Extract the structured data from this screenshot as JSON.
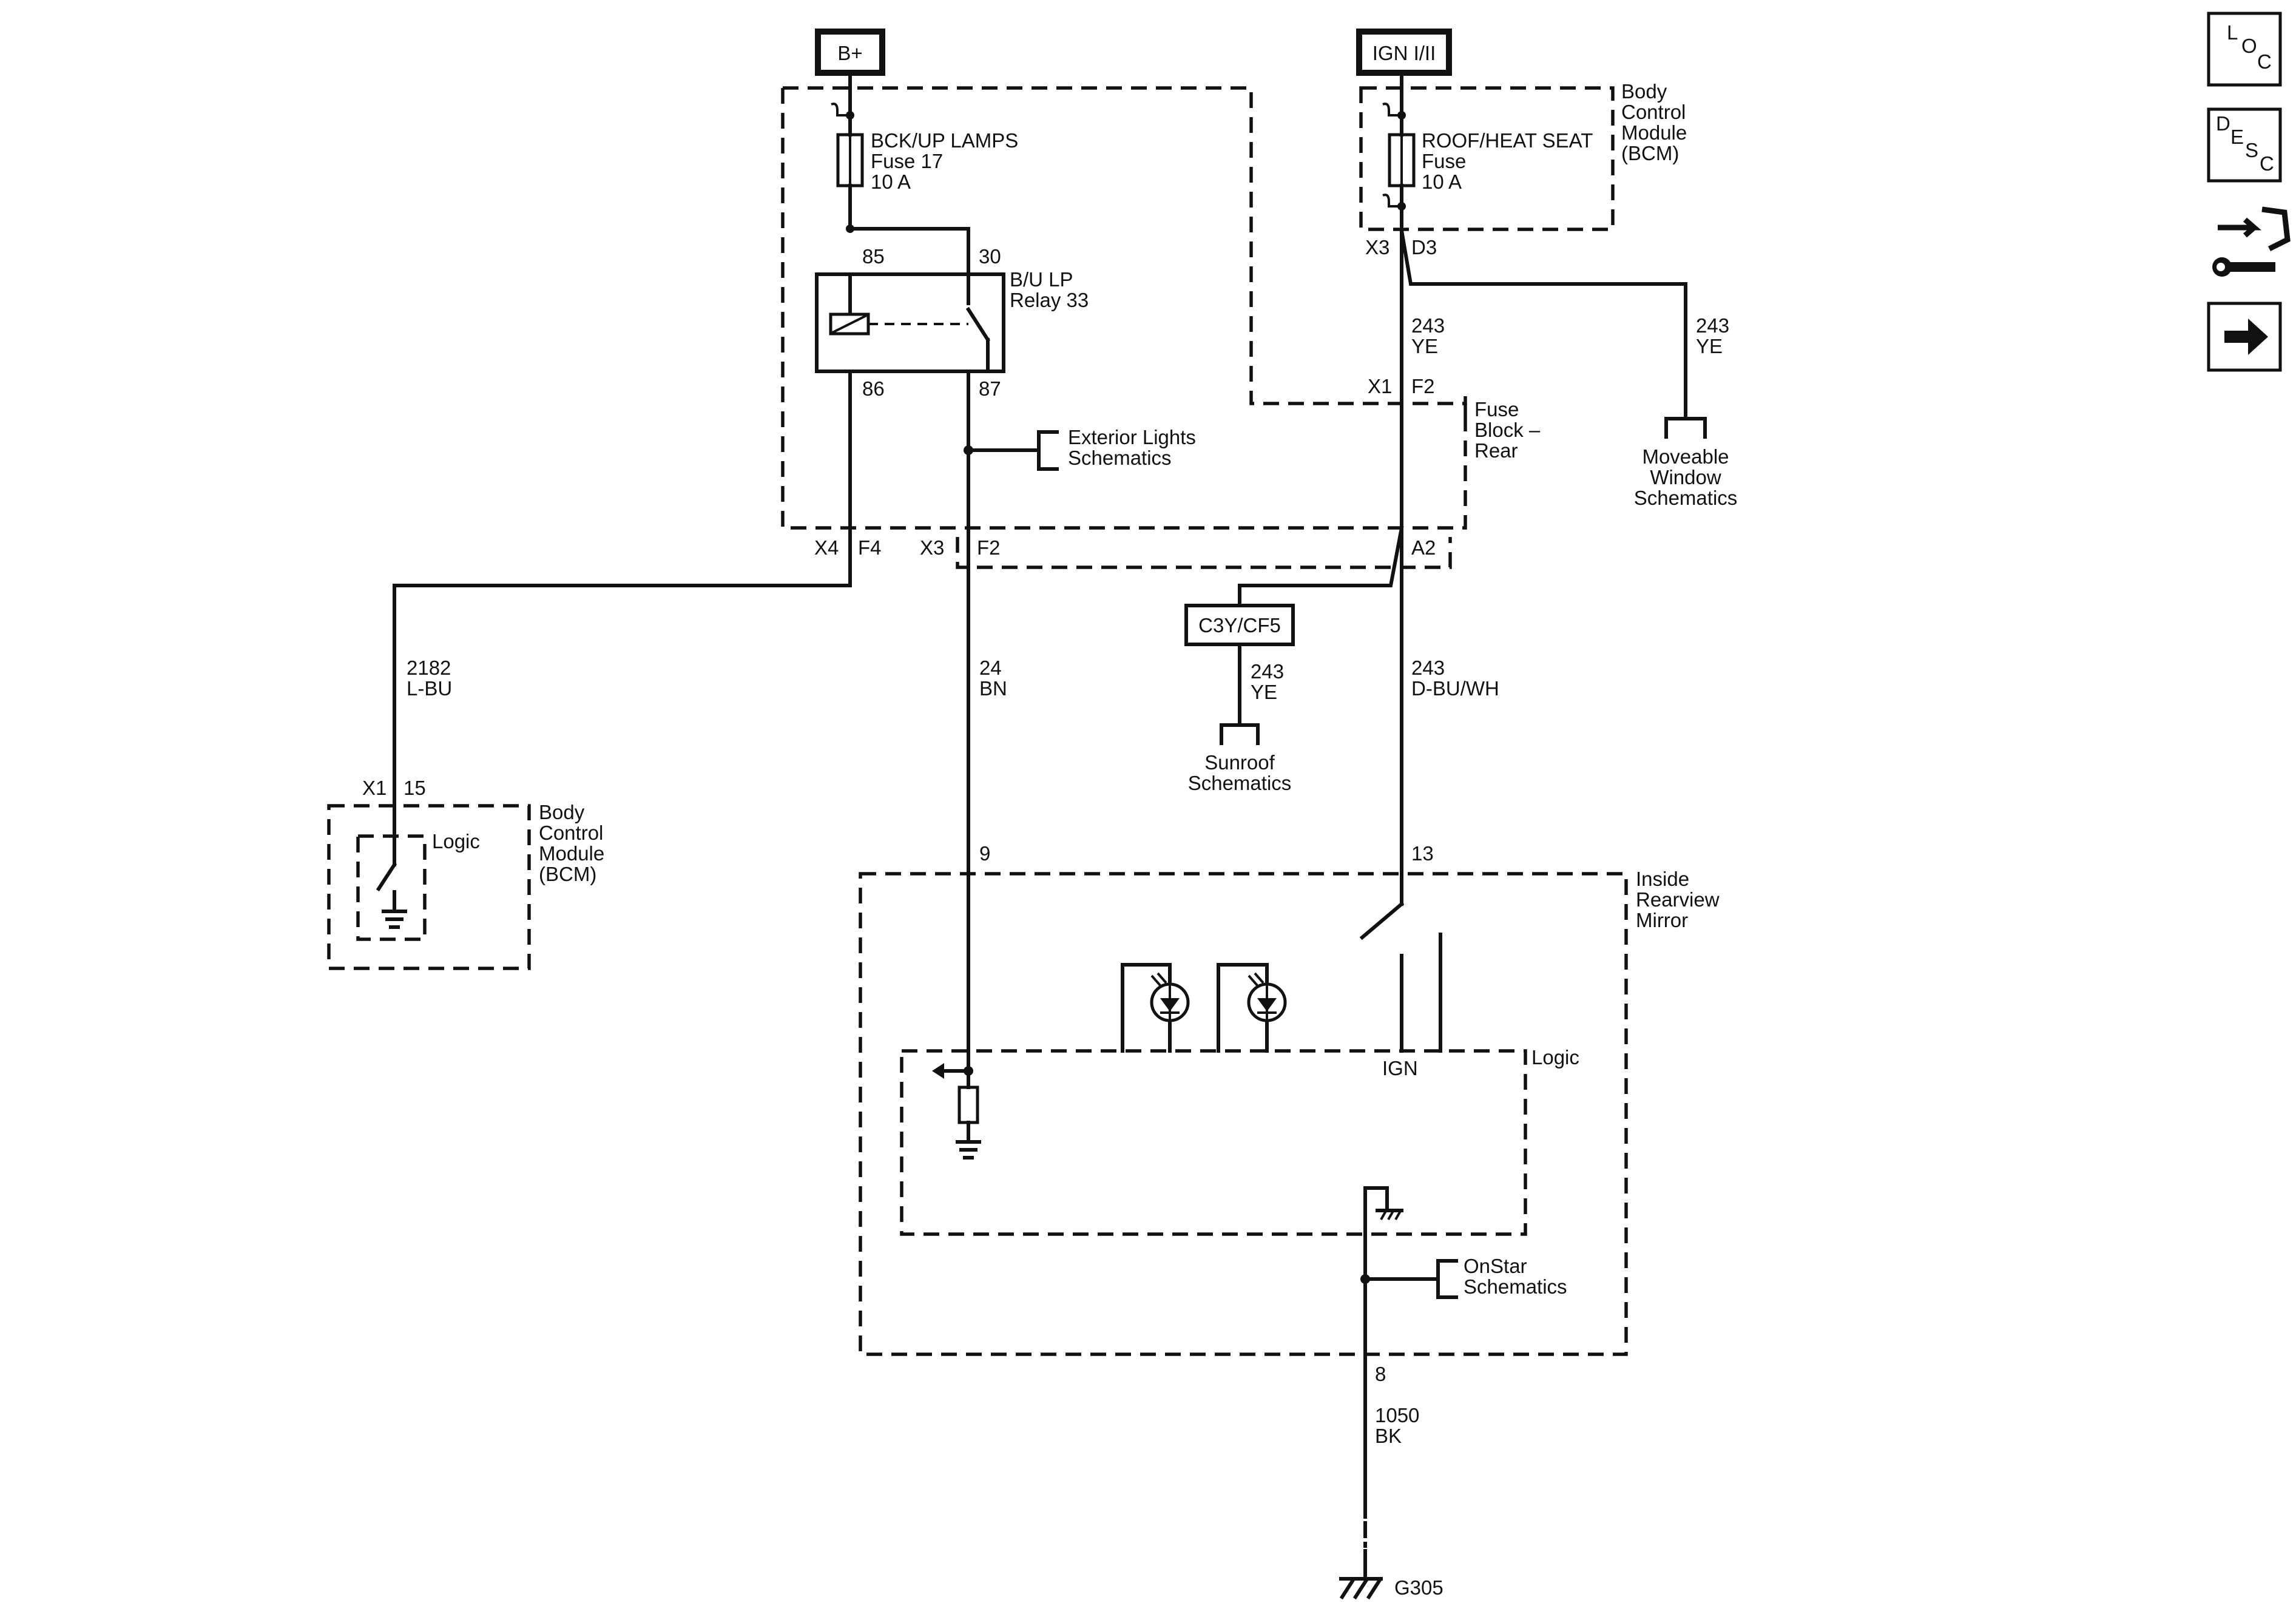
{
  "sources": {
    "battery": "B+",
    "ignition": "IGN I/II"
  },
  "fuse_block": {
    "fuse17": [
      "BCK/UP LAMPS",
      "Fuse 17",
      "10 A"
    ],
    "relay": {
      "name": [
        "B/U LP",
        "Relay 33"
      ],
      "pin85": "85",
      "pin30": "30",
      "pin86": "86",
      "pin87": "87"
    },
    "label": [
      "Fuse",
      "Block –",
      "Rear"
    ],
    "conn_x4": "X4",
    "conn_f4": "F4",
    "conn_x3": "X3",
    "conn_f2": "F2",
    "conn_a2": "A2",
    "conn_x1": "X1",
    "conn_f2_top": "F2"
  },
  "bcm_top": {
    "label": [
      "Body",
      "Control",
      "Module",
      "(BCM)"
    ],
    "fuse": [
      "ROOF/HEAT SEAT",
      "Fuse",
      "10 A"
    ],
    "conn_x3": "X3",
    "conn_d3": "D3"
  },
  "wires": {
    "w243_ye_a": [
      "243",
      "YE"
    ],
    "w243_ye_b": [
      "243",
      "YE"
    ],
    "w243_ye_c": [
      "243",
      "YE"
    ],
    "w243_dbu": [
      "243",
      "D-BU/WH"
    ],
    "w24_bn": [
      "24",
      "BN"
    ],
    "w2182": [
      "2182",
      "L-BU"
    ],
    "w1050": [
      "1050",
      "BK"
    ]
  },
  "refs": {
    "exterior": [
      "Exterior Lights",
      "Schematics"
    ],
    "moveable": [
      "Moveable",
      "Window",
      "Schematics"
    ],
    "sunroof": [
      "Sunroof",
      "Schematics"
    ],
    "onstar": [
      "OnStar",
      "Schematics"
    ]
  },
  "inline_connector": "C3Y/CF5",
  "bcm_left": {
    "label": [
      "Body",
      "Control",
      "Module",
      "(BCM)"
    ],
    "logic": "Logic",
    "conn_x1": "X1",
    "pin": "15"
  },
  "mirror": {
    "label": [
      "Inside",
      "Rearview",
      "Mirror"
    ],
    "logic": "Logic",
    "ign": "IGN",
    "pin9": "9",
    "pin13": "13",
    "pin8": "8"
  },
  "ground": "G305",
  "nav": {
    "loc": [
      "L",
      "O",
      "C"
    ],
    "desc": [
      "D",
      "E",
      "S",
      "C"
    ]
  }
}
